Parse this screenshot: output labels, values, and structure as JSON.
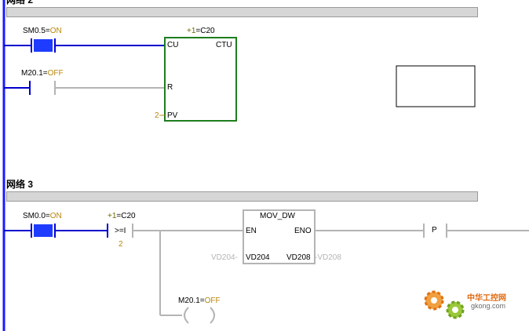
{
  "network2": {
    "title": "网络 2",
    "contact1": {
      "address": "SM0.5",
      "sep": "=",
      "state": "ON"
    },
    "contact2": {
      "address": "M20.1",
      "sep": "=",
      "state": "OFF"
    },
    "counter": {
      "header_prefix": "+1",
      "header_sep": "=",
      "name": "C20",
      "type": "CTU",
      "pin_cu": "CU",
      "pin_r": "R",
      "pin_pv": "PV",
      "pv_value": "2-"
    }
  },
  "network3": {
    "title": "网络 3",
    "contact1": {
      "address": "SM0.0",
      "sep": "=",
      "state": "ON"
    },
    "compare": {
      "header_prefix": "+1",
      "header_sep": "=",
      "name": "C20",
      "op": ">=I",
      "operand": "2"
    },
    "move": {
      "name": "MOV_DW",
      "pin_en": "EN",
      "pin_eno": "ENO",
      "in_value": "VD204-",
      "in_pin": "VD204",
      "out_pin": "VD208",
      "out_value": "-VD208"
    },
    "pulse": {
      "label": "P"
    },
    "coil": {
      "address": "M20.1",
      "sep": "=",
      "state": "OFF"
    }
  },
  "watermark": {
    "brand": "中华工控网",
    "domain": "gkong.com"
  },
  "colors": {
    "power_rail": "#0000ff",
    "energized": "#0000cd",
    "contact_fill": "#1e3cff",
    "deenergized": "#b4b4b4",
    "counter_box": "#1e7d1e",
    "status": "#b8860b"
  }
}
